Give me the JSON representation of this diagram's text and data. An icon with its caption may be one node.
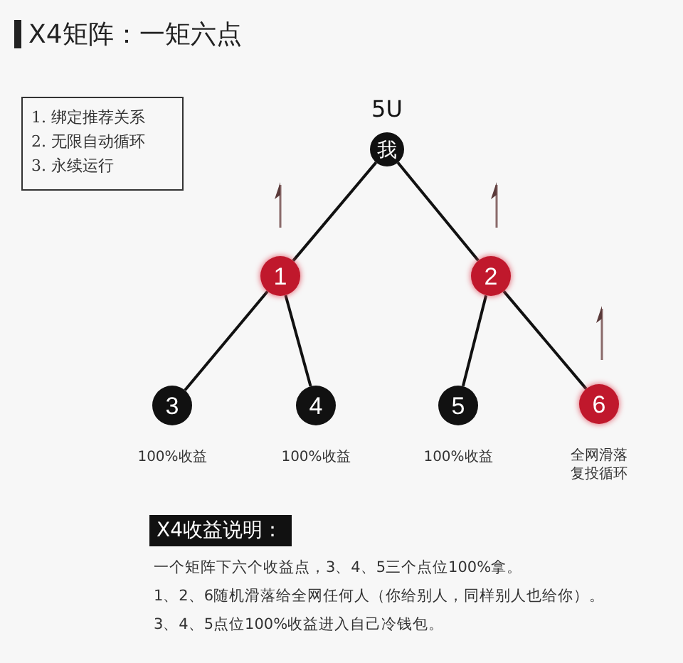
{
  "diagram": {
    "title": "X4矩阵：一矩六点",
    "nodes": [
      {
        "text": [
          "1. 绑定推荐关系",
          "2. 无限自动循环",
          "3. 永续运行"
        ]
      },
      {
        "text": [
          "我"
        ],
        "beside": [
          "5U"
        ]
      },
      {
        "text": [
          "1"
        ]
      },
      {
        "text": [
          "2"
        ]
      },
      {
        "text": [
          "3"
        ],
        "beside": [
          "100%收益"
        ]
      },
      {
        "text": [
          "4"
        ],
        "beside": [
          "100%收益"
        ]
      },
      {
        "text": [
          "5"
        ],
        "beside": [
          "100%收益"
        ]
      },
      {
        "text": [
          "6"
        ],
        "beside": [
          "全网滑落复投循环"
        ]
      },
      {
        "text": [
          "X4收益说明："
        ]
      }
    ],
    "edges": [
      {
        "from": 1,
        "to": 2,
        "arrow": "none"
      },
      {
        "from": 1,
        "to": 3,
        "arrow": "none"
      },
      {
        "from": 2,
        "to": 4,
        "arrow": "none"
      },
      {
        "from": 2,
        "to": 5,
        "arrow": "none"
      },
      {
        "from": 3,
        "to": 6,
        "arrow": "none"
      },
      {
        "from": 3,
        "to": 7,
        "arrow": "none"
      }
    ],
    "labels": [
      "一个矩阵下六个收益点，3、4、5三个点位100%拿。",
      "1、2、6随机滑落给全网任何人（你给别人，同样别人也给你）。",
      "3、4、5点位100%收益进入自己冷钱包。"
    ]
  }
}
